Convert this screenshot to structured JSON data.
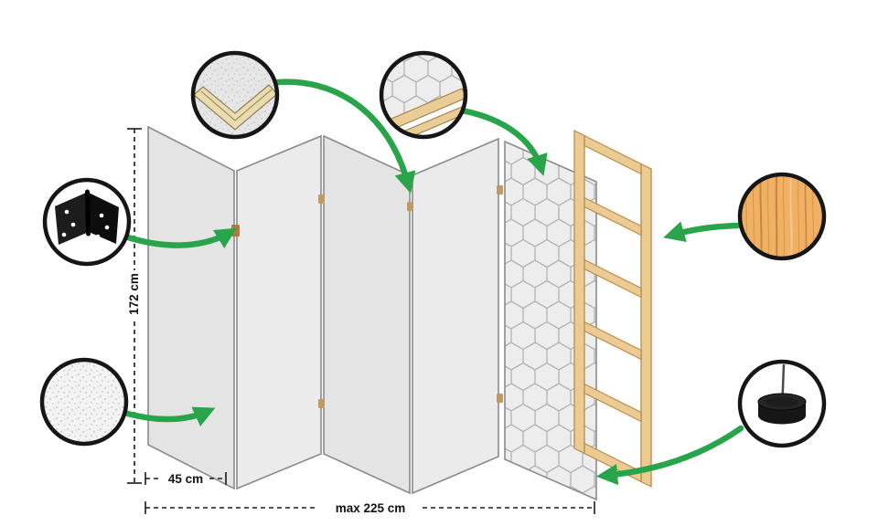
{
  "diagram": {
    "panel_count": 5,
    "dimensions": {
      "height_label": "172 cm",
      "panel_width_label": "45 cm",
      "total_width_label": "max 225 cm"
    },
    "callouts": {
      "top_left": "frame-corner-detail-icon",
      "top_center": "pattern-corner-detail-icon",
      "left": "hinge-icon",
      "bottom_left": "fabric-texture-icon",
      "right": "wood-texture-icon",
      "bottom_right": "foot-pad-icon"
    },
    "colors": {
      "arrow_green": "#2aa44b",
      "panel_gray": "#e8e8e8",
      "pattern_line_gray": "#b3b3b3",
      "wood_beige": "#eccb92",
      "pine_orange": "#f1b165",
      "outline_black": "#161616"
    }
  }
}
